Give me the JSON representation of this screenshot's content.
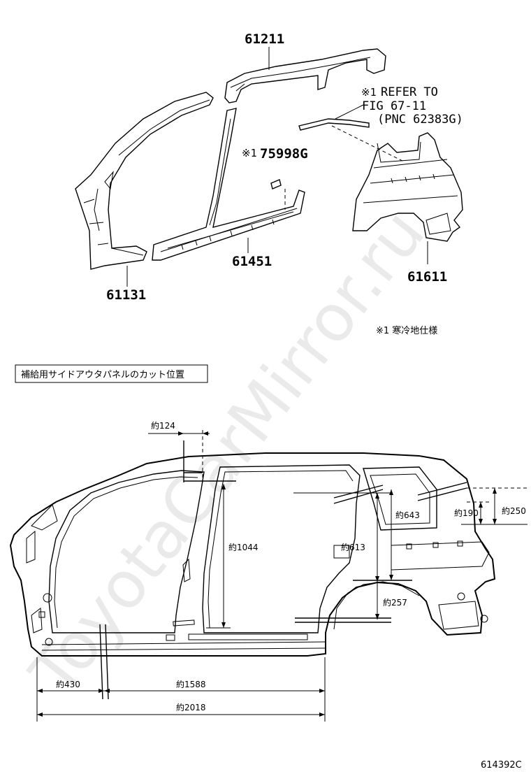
{
  "watermark": "ToyotaCarMirror.ru",
  "parts": {
    "p61211": "61211",
    "p61131": "61131",
    "p61451": "61451",
    "p61611": "61611",
    "p75998": "75998G"
  },
  "notes": {
    "mark": "※1",
    "refer_line1": "REFER TO",
    "refer_line2": "FIG 67-11",
    "refer_line3": "(PNC 62383G)",
    "cold_spec": "※1 寒冷地仕様"
  },
  "cut_section": {
    "title": "補給用サイドアウタパネルのカット位置"
  },
  "dimensions": {
    "d124": "約124",
    "d1044": "約1044",
    "d643": "約643",
    "d190": "約190",
    "d250": "約250",
    "d613": "約613",
    "d257": "約257",
    "d430": "約430",
    "d1588": "約1588",
    "d2018": "約2018"
  },
  "footer": {
    "code": "614392C"
  }
}
